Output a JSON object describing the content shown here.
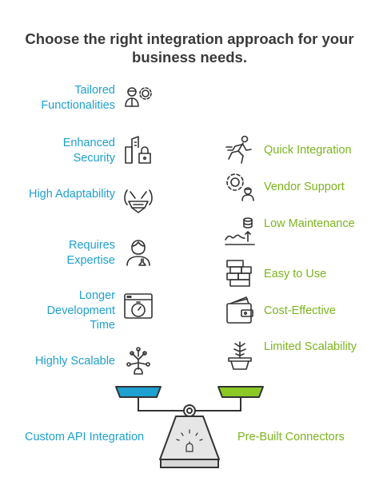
{
  "title": "Choose the right integration approach for your business needs.",
  "left_side": {
    "label": "Custom API Integration",
    "color": "#1ea0d0",
    "items": [
      {
        "label": "Tailored Functionalities",
        "icon": "person-gear-icon"
      },
      {
        "label": "Enhanced Security",
        "icon": "buildings-lock-icon"
      },
      {
        "label": "High Adaptability",
        "icon": "adaptability-hands-icon"
      },
      {
        "label": "Requires Expertise",
        "icon": "scientist-icon"
      },
      {
        "label": "Longer Development Time",
        "icon": "browser-stopwatch-icon"
      },
      {
        "label": "Highly Scalable",
        "icon": "branching-tree-icon"
      }
    ]
  },
  "right_side": {
    "label": "Pre-Built Connectors",
    "color": "#7cb41e",
    "items": [
      {
        "label": "Quick Integration",
        "icon": "running-person-icon"
      },
      {
        "label": "Vendor Support",
        "icon": "gear-person-icon"
      },
      {
        "label": "Low Maintenance",
        "icon": "database-arrow-icon"
      },
      {
        "label": "Easy to Use",
        "icon": "stacked-blocks-icon"
      },
      {
        "label": "Cost-Effective",
        "icon": "wallet-icon"
      },
      {
        "label": "Limited Scalability",
        "icon": "potted-plant-icon"
      }
    ]
  }
}
